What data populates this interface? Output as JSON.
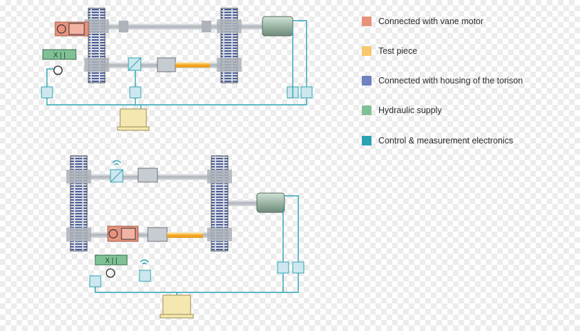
{
  "legend": {
    "items": [
      {
        "label": "Connected with vane motor",
        "color": "#e8927c"
      },
      {
        "label": "Test piece",
        "color": "#f7c96a"
      },
      {
        "label": "Connected with housing of the torison",
        "color": "#6f7fbf"
      },
      {
        "label": "Hydraulic supply",
        "color": "#7fc195"
      },
      {
        "label": "Control & measurement electronics",
        "color": "#2aa3b3"
      }
    ]
  },
  "colors": {
    "wire": "#2aa3b3",
    "gear_fill": "#c9cfd6",
    "gear_teeth": "#3b4f93",
    "shaft": "#b8bcc2",
    "laptop": "#f4e7b0"
  },
  "icons": [
    "gear-stack",
    "converter-box",
    "laptop",
    "vane-motor",
    "valve",
    "pump",
    "load-motor",
    "wireless-signal",
    "ground"
  ]
}
